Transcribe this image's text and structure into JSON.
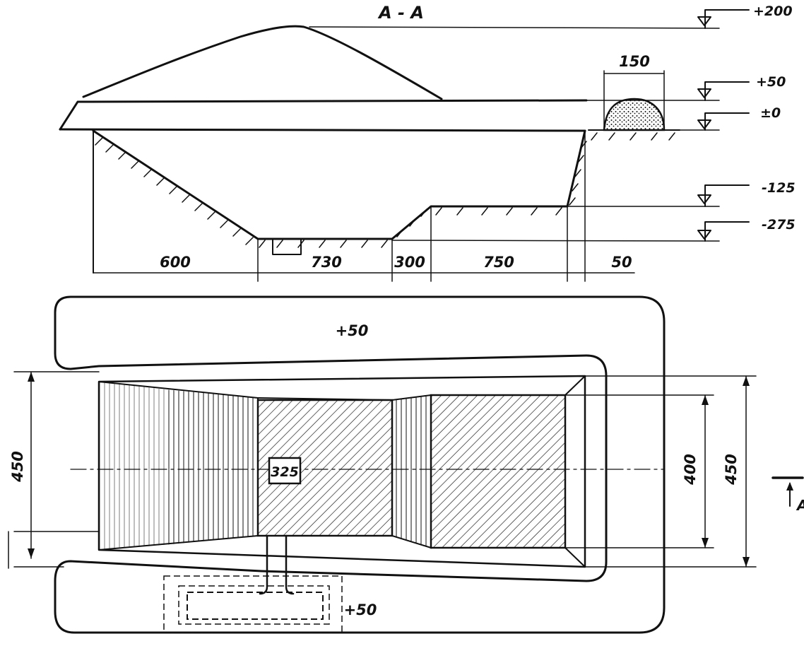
{
  "section_title": "А - А",
  "levels": {
    "l_plus200": "+200",
    "l_plus50": "+50",
    "l_zero": "±0",
    "l_minus125": "-125",
    "l_minus275": "-275"
  },
  "widths": {
    "w600": "600",
    "w730": "730",
    "w300": "300",
    "w750": "750",
    "w50": "50",
    "w150": "150"
  },
  "plan": {
    "mound_top": "+50",
    "mound_bottom": "+50",
    "depth_mark": "325",
    "dim_left": "450",
    "dim_inner": "400",
    "dim_right": "450",
    "section_marker": "А"
  },
  "colors": {
    "ink": "#111111",
    "paper": "#ffffff"
  }
}
